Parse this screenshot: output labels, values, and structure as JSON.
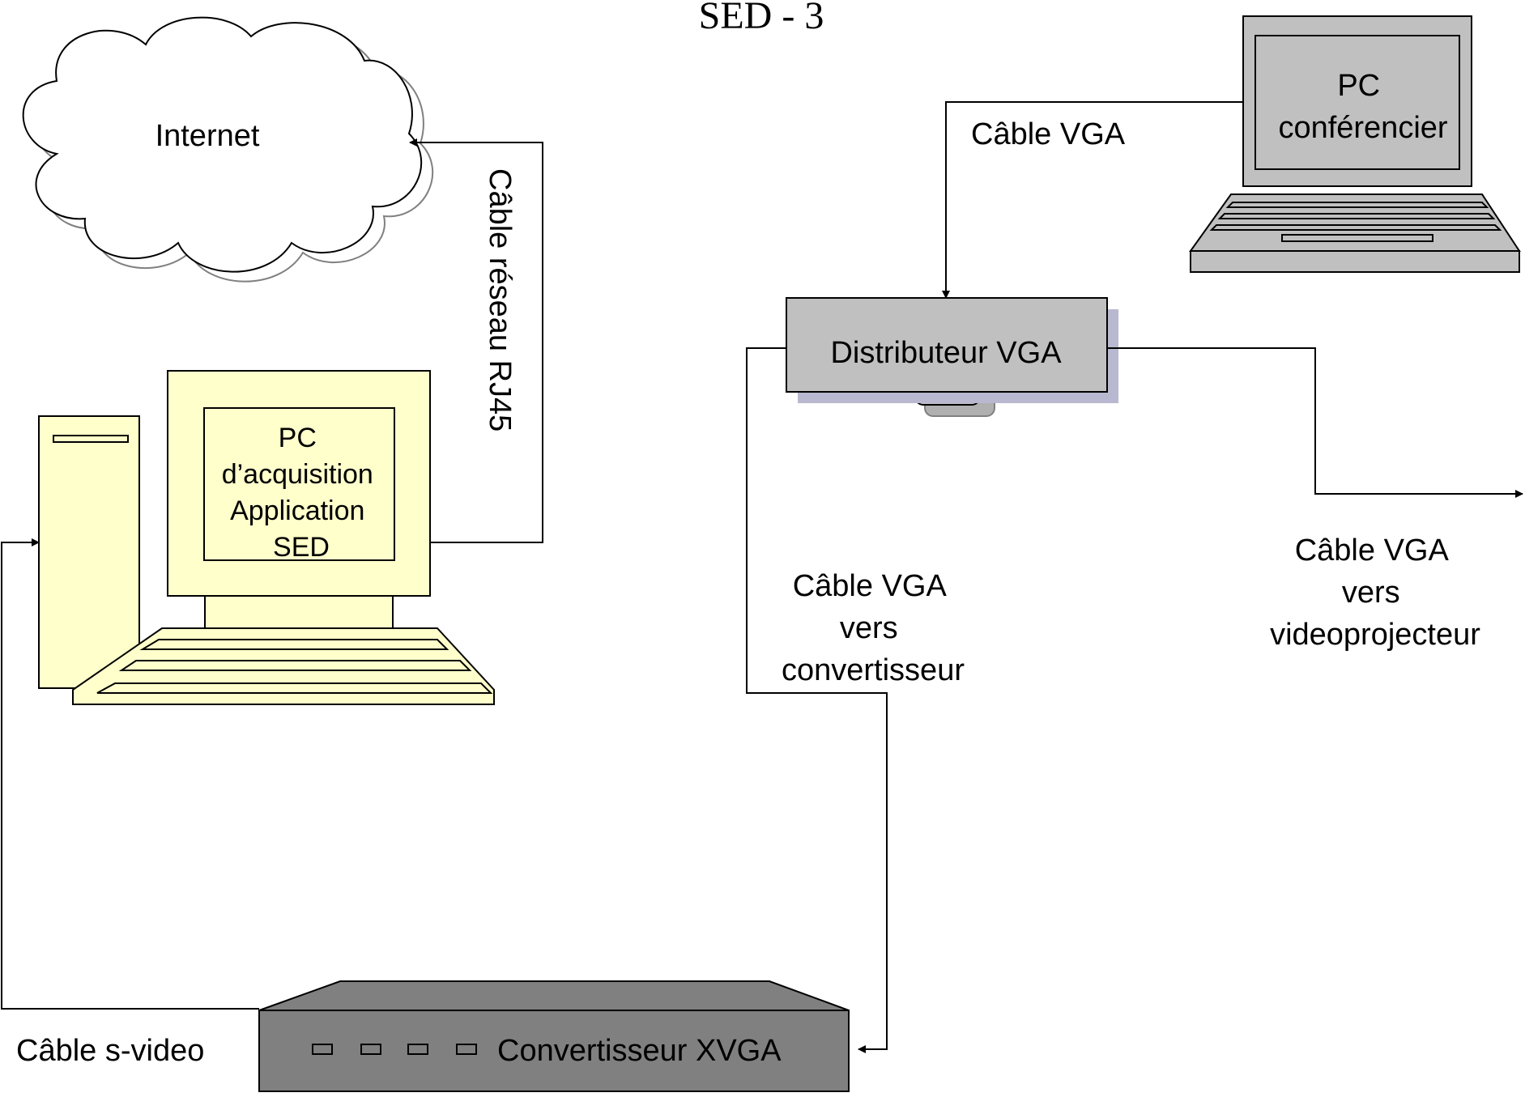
{
  "title": "SED - 3",
  "nodes": {
    "internet": {
      "label": "Internet"
    },
    "pc_acquisition": {
      "lines": [
        "PC",
        "d’acquisition",
        "Application",
        "SED"
      ]
    },
    "pc_conferencier": {
      "lines": [
        "PC",
        "conférencier"
      ]
    },
    "distributeur": {
      "label": "Distributeur VGA",
      "color": "#008000"
    },
    "convertisseur": {
      "label": "Convertisseur XVGA",
      "color": "#ff0000"
    }
  },
  "edges": {
    "rj45": {
      "label": "Câble réseau RJ45"
    },
    "vga_top": {
      "label": "Câble VGA"
    },
    "vga_converter": {
      "lines": [
        "Câble VGA",
        "vers",
        "convertisseur"
      ]
    },
    "vga_projector": {
      "lines": [
        "Câble VGA",
        "vers",
        "videoprojecteur"
      ]
    },
    "svideo": {
      "label": "Câble s-video"
    }
  },
  "colors": {
    "computer_fill": "#ffffcc",
    "device_fill": "#c0c0c0",
    "converter_fill": "#808080"
  }
}
